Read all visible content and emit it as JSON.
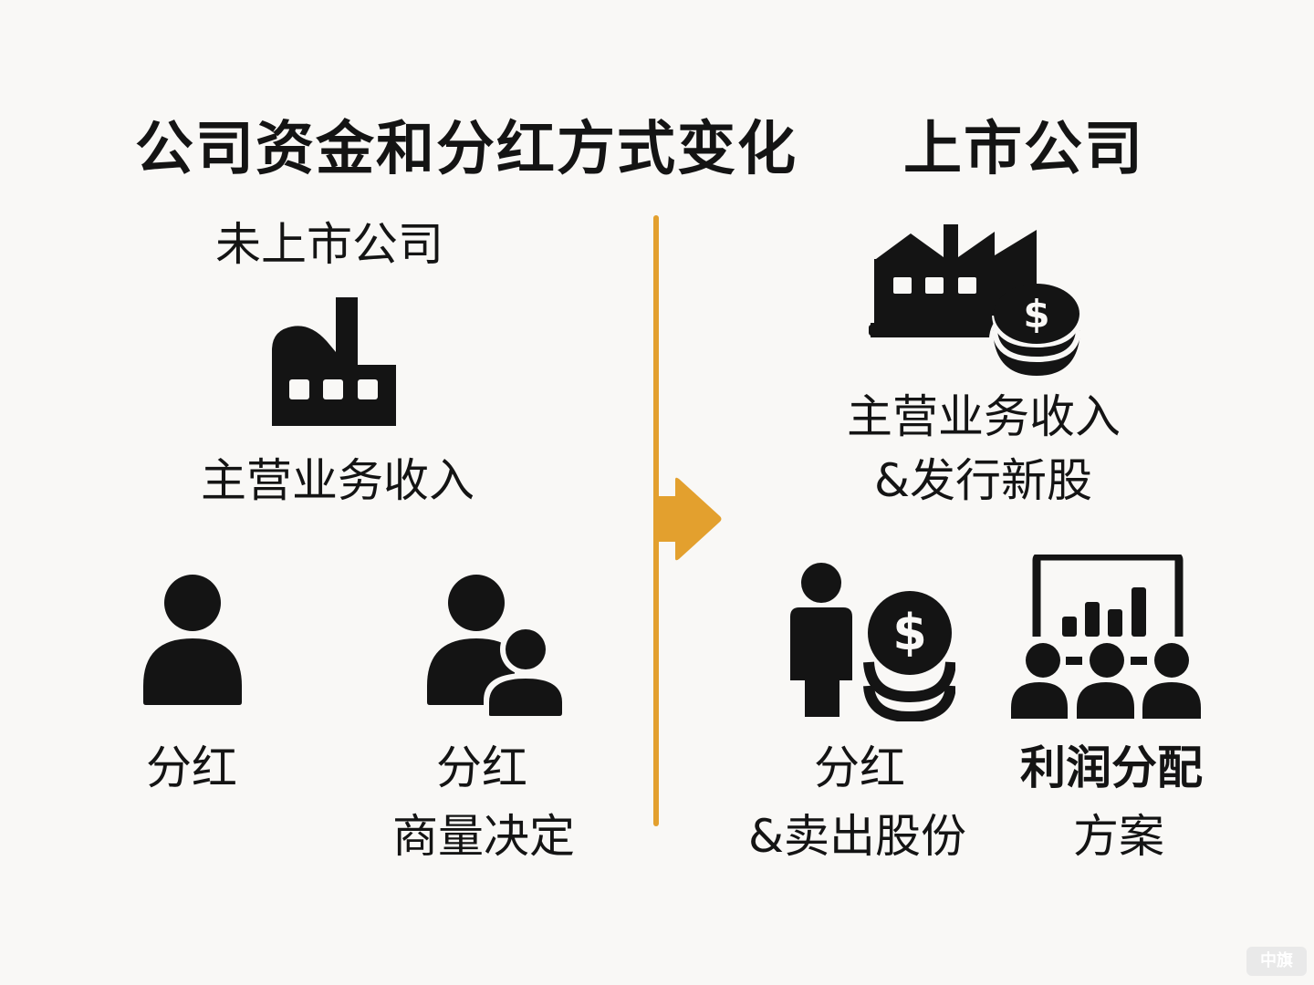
{
  "title_left": "公司资金和分红方式变化",
  "title_right": "上市公司",
  "left": {
    "subtitle": "未上市公司",
    "revenue_label": "主营业务收入",
    "dividend_single_label": "分红",
    "dividend_group_label_1": "分红",
    "dividend_group_label_2": "商量决定"
  },
  "right": {
    "revenue_label_1": "主营业务收入",
    "revenue_label_2": "&发行新股",
    "dividend_label_1": "分红",
    "dividend_label_2": "&卖出股份",
    "profit_label_1": "利润分配",
    "profit_label_2": "方案"
  },
  "colors": {
    "accent": "#e3a02e",
    "icon": "#141414",
    "background": "#f9f8f6"
  },
  "watermark": "中旗"
}
